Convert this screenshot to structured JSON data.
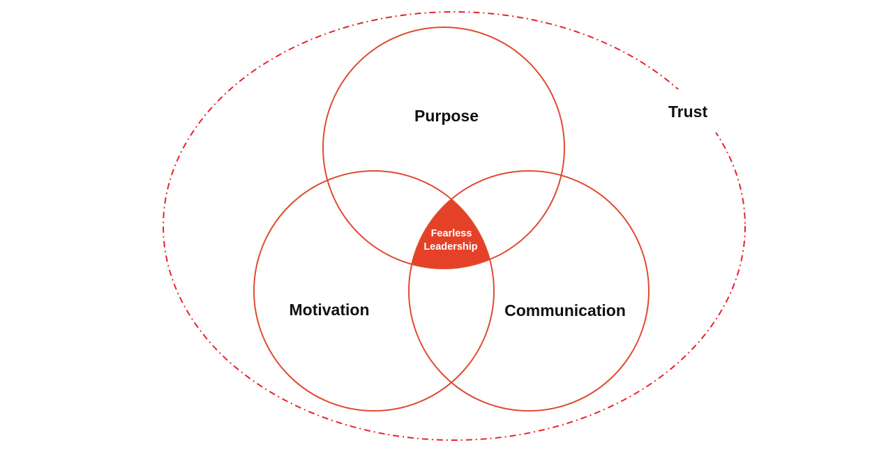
{
  "diagram": {
    "outer_label": "Trust",
    "circles": {
      "top": "Purpose",
      "left": "Motivation",
      "right": "Communication"
    },
    "center": {
      "line1": "Fearless",
      "line2": "Leadership"
    },
    "colors": {
      "circle_stroke": "#e04a2e",
      "outer_dash": "#e8202a",
      "center_fill": "#e44128",
      "center_text": "#ffffff",
      "label_text": "#111111"
    }
  }
}
